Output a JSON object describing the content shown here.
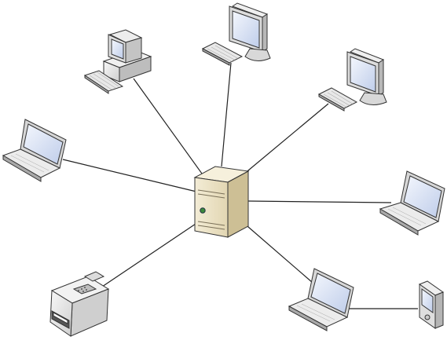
{
  "diagram": {
    "type": "star-network",
    "hub": {
      "label": "",
      "icon": "server-tower-icon"
    },
    "nodes": [
      {
        "id": "desktop-crt",
        "icon": "desktop-computer-icon",
        "label": ""
      },
      {
        "id": "desktop-lcd-top",
        "icon": "flat-monitor-icon",
        "label": ""
      },
      {
        "id": "desktop-lcd-right",
        "icon": "flat-monitor-icon",
        "label": ""
      },
      {
        "id": "laptop-left",
        "icon": "laptop-icon",
        "label": ""
      },
      {
        "id": "laptop-right",
        "icon": "laptop-icon",
        "label": ""
      },
      {
        "id": "laptop-bottom-right",
        "icon": "laptop-icon",
        "label": ""
      },
      {
        "id": "printer",
        "icon": "printer-icon",
        "label": ""
      }
    ],
    "extra_links": [
      {
        "from": "laptop-bottom-right",
        "to": "pda",
        "icon": "pda-handheld-icon"
      }
    ],
    "colors": {
      "line": "#222222",
      "server_body": "#e8dfc4",
      "screen": "#c9d6ee",
      "device_body": "#e6e6e6",
      "outline": "#333333"
    }
  }
}
